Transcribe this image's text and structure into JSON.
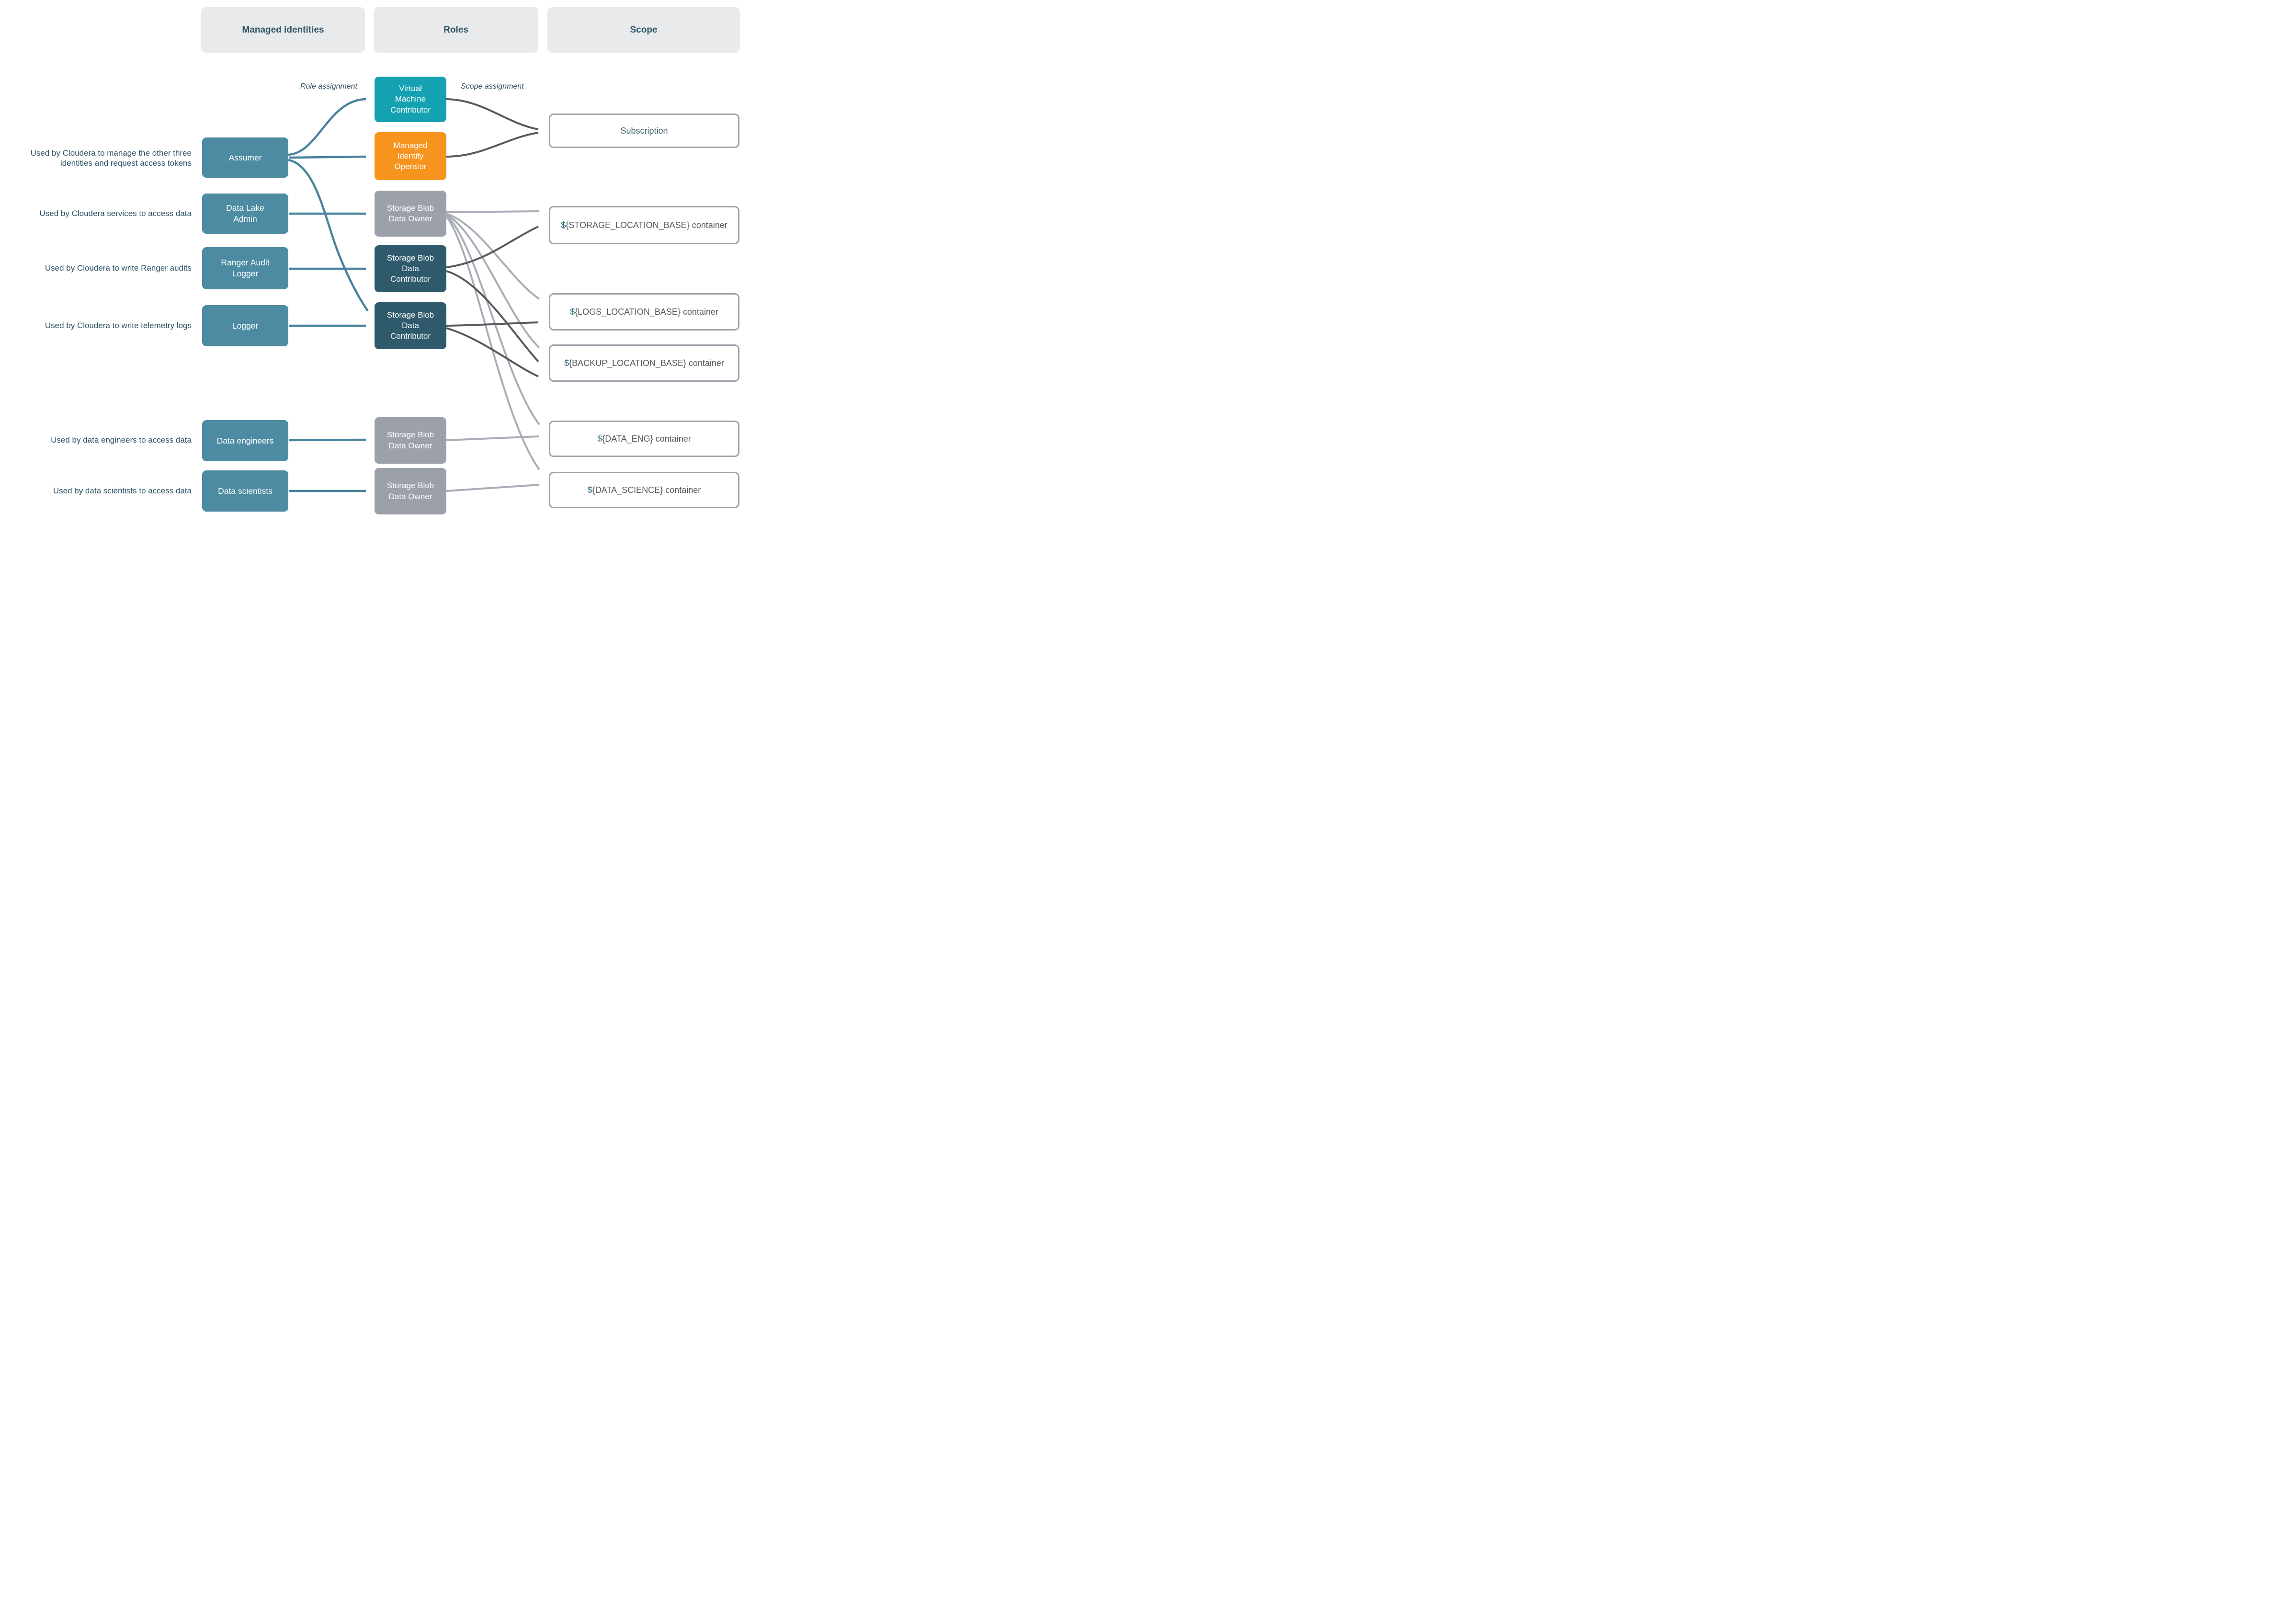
{
  "diagram": {
    "title_columns": [
      {
        "id": "managed-identities",
        "label": "Managed identities"
      },
      {
        "id": "roles",
        "label": "Roles"
      },
      {
        "id": "scope",
        "label": "Scope"
      }
    ],
    "edge_labels": {
      "role_assignment": "Role assignment",
      "scope_assignment": "Scope assignment"
    },
    "identities": [
      {
        "id": "assumer",
        "label": "Assumer",
        "description": "Used by Cloudera to manage the other three identities and request access tokens"
      },
      {
        "id": "data-lake-admin",
        "label": "Data Lake Admin",
        "description": "Used by Cloudera services to access data"
      },
      {
        "id": "ranger-audit-logger",
        "label": "Ranger Audit Logger",
        "description": "Used by Cloudera to write Ranger audits"
      },
      {
        "id": "logger",
        "label": "Logger",
        "description": "Used by Cloudera to write telemetry logs"
      },
      {
        "id": "data-engineers",
        "label": "Data engineers",
        "description": "Used by data engineers to access data"
      },
      {
        "id": "data-scientists",
        "label": "Data scientists",
        "description": "Used by data scientists to access data"
      }
    ],
    "roles": [
      {
        "id": "virtual-machine-contributor",
        "label": "Virtual Machine Contributor",
        "color": "#14A1B1"
      },
      {
        "id": "managed-identity-operator",
        "label": "Managed Identity Operator",
        "color": "#F7941E"
      },
      {
        "id": "storage-blob-data-owner-dla",
        "label": "Storage Blob Data Owner",
        "color": "#9CA1A9"
      },
      {
        "id": "storage-blob-data-contributor-ral",
        "label": "Storage Blob Data Contributor",
        "color": "#2F5A6C"
      },
      {
        "id": "storage-blob-data-contributor-log",
        "label": "Storage Blob Data Contributor",
        "color": "#2F5A6C"
      },
      {
        "id": "storage-blob-data-owner-de",
        "label": "Storage Blob Data Owner",
        "color": "#9CA1A9"
      },
      {
        "id": "storage-blob-data-owner-ds",
        "label": "Storage Blob Data Owner",
        "color": "#9CA1A9"
      }
    ],
    "scopes": [
      {
        "id": "subscription",
        "dollar": "",
        "label": "Subscription"
      },
      {
        "id": "storage-location-base",
        "dollar": "$",
        "label": "{STORAGE_LOCATION_BASE} container"
      },
      {
        "id": "logs-location-base",
        "dollar": "$",
        "label": "{LOGS_LOCATION_BASE} container"
      },
      {
        "id": "backup-location-base",
        "dollar": "$",
        "label": "{BACKUP_LOCATION_BASE} container"
      },
      {
        "id": "data-eng",
        "dollar": "$",
        "label": "{DATA_ENG} container"
      },
      {
        "id": "data-science",
        "dollar": "$",
        "label": "{DATA_SCIENCE} container"
      }
    ],
    "colors": {
      "header_bg": "#E9EAEC",
      "header_text": "#2D5266",
      "identity_box": "#4C8BA1",
      "vm_contributor_box": "#14A1B1",
      "managed_identity_operator_box": "#F7941E",
      "owner_box": "#9CA1A9",
      "contributor_box": "#2F5A6C",
      "teal_arrow": "#47839D",
      "dark_arrow": "#58595B",
      "gray_arrow": "#A8ADB7",
      "scope_border": "#9EA4AC",
      "scope_text": "#54575C",
      "dollar_text": "#2B6477"
    }
  }
}
